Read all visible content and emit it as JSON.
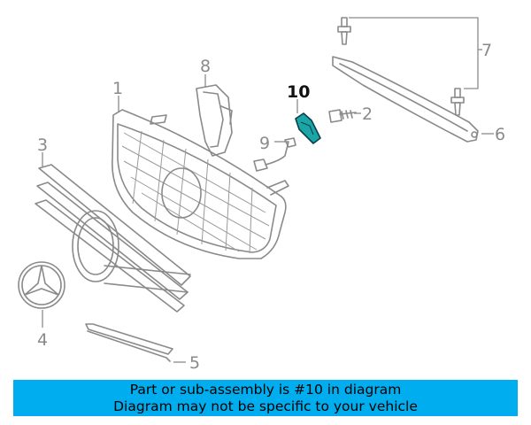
{
  "callouts": {
    "n1": "1",
    "n2": "2",
    "n3": "3",
    "n4": "4",
    "n5": "5",
    "n6": "6",
    "n7": "7",
    "n8": "8",
    "n9": "9",
    "n10": "10"
  },
  "banner": {
    "line1": "Part or sub-assembly is #10 in diagram",
    "line2": "Diagram may not be specific to your vehicle",
    "background": "#00aeef"
  },
  "colors": {
    "linework": "#8a8a8a",
    "highlight_part": "#1aa6a6"
  }
}
